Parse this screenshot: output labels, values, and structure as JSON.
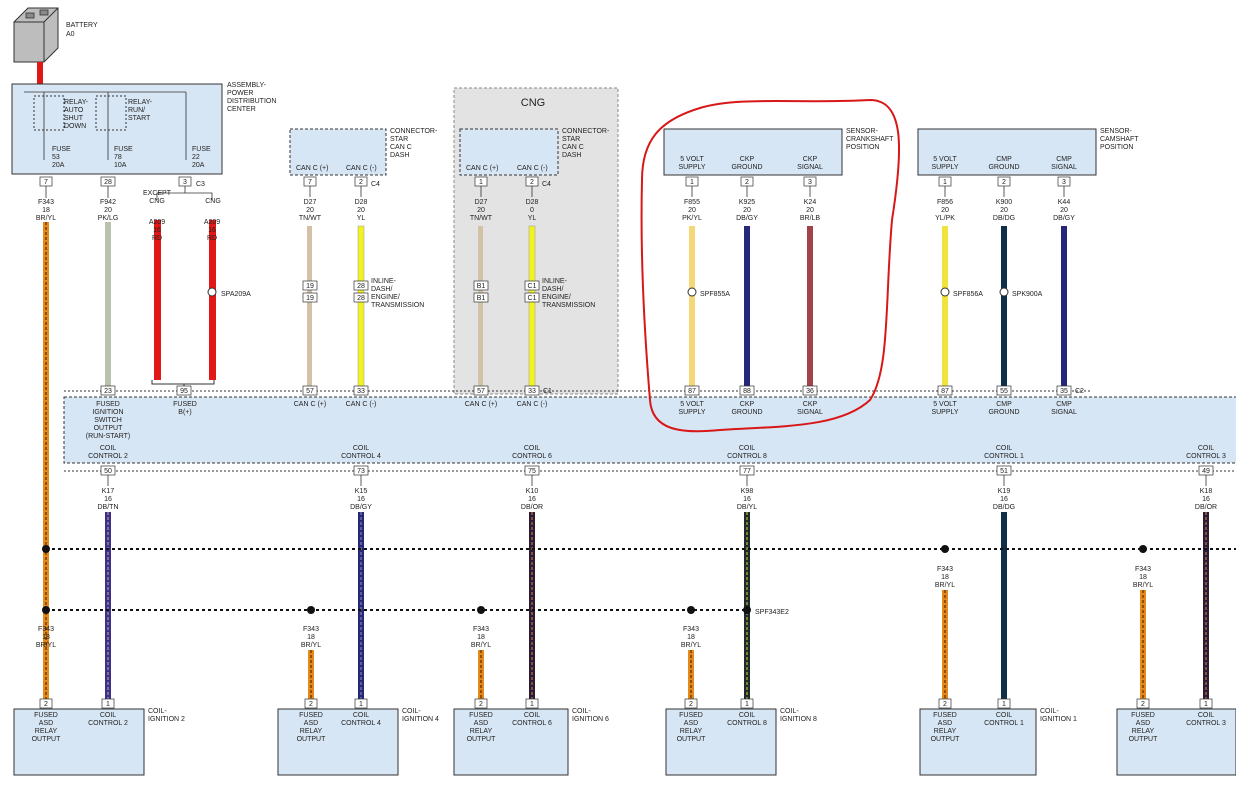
{
  "battery": {
    "name": "BATTERY",
    "code": "A0"
  },
  "pdc": {
    "title": [
      "ASSEMBLY-",
      "POWER",
      "DISTRIBUTION",
      "CENTER"
    ],
    "relay_asd": [
      "RELAY-",
      "AUTO",
      "SHUT",
      "DOWN"
    ],
    "relay_run": [
      "RELAY-",
      "RUN/",
      "START"
    ],
    "fuse53": [
      "FUSE",
      "53",
      "20A"
    ],
    "fuse78": [
      "FUSE",
      "78",
      "10A"
    ],
    "fuse22": [
      "FUSE",
      "22",
      "20A"
    ],
    "pins": [
      "7",
      "28",
      "3"
    ],
    "connector": "C3"
  },
  "pdc_wires": {
    "f343": [
      "F343",
      "18",
      "BR/YL"
    ],
    "f942": [
      "F942",
      "20",
      "PK/LG"
    ],
    "except_cng": [
      "EXCEPT",
      "CNG"
    ],
    "cng": "CNG",
    "a209_left": [
      "A209",
      "16",
      "RD"
    ],
    "a209_right": [
      "A209",
      "16",
      "RD"
    ],
    "splice": "SPA209A"
  },
  "can_star": {
    "title": [
      "CONNECTOR-",
      "STAR",
      "CAN C",
      "DASH"
    ],
    "plus": "CAN C (+)",
    "minus": "CAN C (-)",
    "pins": [
      "7",
      "2"
    ],
    "connector": "C4",
    "d27": [
      "D27",
      "20",
      "TN/WT"
    ],
    "d28": [
      "D28",
      "20",
      "YL"
    ],
    "inline_pins": [
      "19",
      "28"
    ],
    "inline": [
      "INLINE-",
      "DASH/",
      "ENGINE/",
      "TRANSMISSION"
    ]
  },
  "cng_box": {
    "label": "CNG",
    "title": [
      "CONNECTOR-",
      "STAR",
      "CAN C",
      "DASH"
    ],
    "plus": "CAN C (+)",
    "minus": "CAN C (-)",
    "pins": [
      "1",
      "2"
    ],
    "connector": "C4",
    "d27": [
      "D27",
      "20",
      "TN/WT"
    ],
    "d28": [
      "D28",
      "0",
      "YL"
    ],
    "inline_pins": [
      "B1",
      "C1"
    ],
    "inline": [
      "INLINE-",
      "DASH/",
      "ENGINE/",
      "TRANSMISSION"
    ]
  },
  "ckp": {
    "title": [
      "SENSOR-",
      "CRANKSHAFT",
      "POSITION"
    ],
    "pin_labels": [
      [
        "5 VOLT",
        "SUPPLY"
      ],
      [
        "CKP",
        "GROUND"
      ],
      [
        "CKP",
        "SIGNAL"
      ]
    ],
    "pins": [
      "1",
      "2",
      "3"
    ],
    "wires": [
      [
        "F855",
        "20",
        "PK/YL"
      ],
      [
        "K925",
        "20",
        "DB/GY"
      ],
      [
        "K24",
        "20",
        "BR/LB"
      ]
    ],
    "splice": "SPF855A"
  },
  "cmp": {
    "title": [
      "SENSOR-",
      "CAMSHAFT",
      "POSITION"
    ],
    "pin_labels": [
      [
        "5 VOLT",
        "SUPPLY"
      ],
      [
        "CMP",
        "GROUND"
      ],
      [
        "CMP",
        "SIGNAL"
      ]
    ],
    "pins": [
      "1",
      "2",
      "3"
    ],
    "wires": [
      [
        "F856",
        "20",
        "YL/PK"
      ],
      [
        "K900",
        "20",
        "DB/DG"
      ],
      [
        "K44",
        "20",
        "DB/GY"
      ]
    ],
    "splices": [
      "SPF856A",
      "SPK900A"
    ]
  },
  "pcm": {
    "top_pins": [
      "23",
      "95",
      "57",
      "33",
      "57",
      "33",
      "87",
      "88",
      "36",
      "87",
      "55",
      "35"
    ],
    "c1": "C1",
    "c2": "C2",
    "labels": {
      "fused_ign": [
        "FUSED",
        "IGNITION",
        "SWITCH",
        "OUTPUT",
        "(RUN-START)"
      ],
      "fused_b": [
        "FUSED",
        "B(+)"
      ],
      "canp": "CAN C (+)",
      "canm": "CAN C (-)",
      "five_v": [
        "5 VOLT",
        "SUPPLY"
      ],
      "ckp_gnd": [
        "CKP",
        "GROUND"
      ],
      "ckp_sig": [
        "CKP",
        "SIGNAL"
      ],
      "cmp_gnd": [
        "CMP",
        "GROUND"
      ],
      "cmp_sig": [
        "CMP",
        "SIGNAL"
      ]
    },
    "coil_controls": [
      {
        "label": [
          "COIL",
          "CONTROL 2"
        ],
        "pin": "50",
        "wire": [
          "K17",
          "16",
          "DB/TN"
        ]
      },
      {
        "label": [
          "COIL",
          "CONTROL 4"
        ],
        "pin": "73",
        "wire": [
          "K15",
          "16",
          "DB/GY"
        ]
      },
      {
        "label": [
          "COIL",
          "CONTROL 6"
        ],
        "pin": "75",
        "wire": [
          "K10",
          "16",
          "DB/OR"
        ]
      },
      {
        "label": [
          "COIL",
          "CONTROL 8"
        ],
        "pin": "77",
        "wire": [
          "K98",
          "16",
          "DB/YL"
        ]
      },
      {
        "label": [
          "COIL",
          "CONTROL 1"
        ],
        "pin": "51",
        "wire": [
          "K19",
          "16",
          "DB/DG"
        ]
      },
      {
        "label": [
          "COIL",
          "CONTROL 3"
        ],
        "pin": "49",
        "wire": [
          "K18",
          "16",
          "DB/OR"
        ]
      }
    ]
  },
  "branch_wire": [
    "F343",
    "18",
    "BR/YL"
  ],
  "splice_e2": "SPF343E2",
  "coils": [
    {
      "name": [
        "COIL-",
        "IGNITION 2"
      ],
      "fused": [
        "FUSED",
        "ASD",
        "RELAY",
        "OUTPUT"
      ],
      "control": "CONTROL 2",
      "ctl_lead": "COIL",
      "pins": [
        "2",
        "1"
      ]
    },
    {
      "name": [
        "COIL-",
        "IGNITION 4"
      ],
      "fused": [
        "FUSED",
        "ASD",
        "RELAY",
        "OUTPUT"
      ],
      "control": "CONTROL 4",
      "ctl_lead": "COIL",
      "pins": [
        "2",
        "1"
      ]
    },
    {
      "name": [
        "COIL-",
        "IGNITION 6"
      ],
      "fused": [
        "FUSED",
        "ASD",
        "RELAY",
        "OUTPUT"
      ],
      "control": "CONTROL 6",
      "ctl_lead": "COIL",
      "pins": [
        "2",
        "1"
      ]
    },
    {
      "name": [
        "COIL-",
        "IGNITION 8"
      ],
      "fused": [
        "FUSED",
        "ASD",
        "RELAY",
        "OUTPUT"
      ],
      "control": "CONTROL 8",
      "ctl_lead": "COIL",
      "pins": [
        "2",
        "1"
      ]
    },
    {
      "name": [
        "COIL-",
        "IGNITION 1"
      ],
      "fused": [
        "FUSED",
        "ASD",
        "RELAY",
        "OUTPUT"
      ],
      "control": "CONTROL 1",
      "ctl_lead": "COIL",
      "pins": [
        "2",
        "1"
      ]
    },
    {
      "name": [],
      "fused": [
        "FUSED",
        "ASD",
        "RELAY",
        "OUTPUT"
      ],
      "control": "CONTROL 3",
      "ctl_lead": "COIL",
      "pins": [
        "2",
        "1"
      ]
    }
  ],
  "colors": {
    "box_fill": "#d7e6f5",
    "cng_fill": "#e3e3e3",
    "red_wire": "#e01818",
    "orange": "#e58a1a",
    "highlight": "#d81818"
  }
}
